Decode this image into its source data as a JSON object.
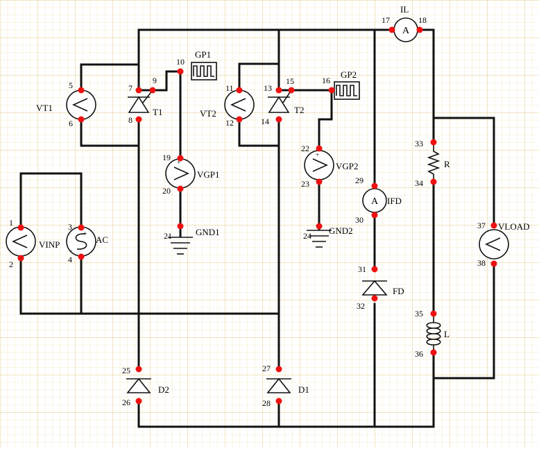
{
  "colors": {
    "grid": "#ead79b",
    "wire": "#111111",
    "node": "#ee1111",
    "background": "#ffffff"
  },
  "components": {
    "VT1": "VT1",
    "T1": "T1",
    "GP1": "GP1",
    "VGP1": "VGP1",
    "GND1": "GND1",
    "VT2": "VT2",
    "T2": "T2",
    "GP2": "GP2",
    "VGP2": "VGP2",
    "GND2": "GND2",
    "VINP": "VINP",
    "AC": "AC",
    "IL": "IL",
    "IFD": "IFD",
    "FD": "FD",
    "R": "R",
    "L": "L",
    "VLOAD": "VLOAD",
    "D1": "D1",
    "D2": "D2"
  },
  "nodes": [
    "1",
    "2",
    "3",
    "4",
    "5",
    "6",
    "7",
    "8",
    "9",
    "10",
    "11",
    "12",
    "13",
    "14",
    "15",
    "16",
    "17",
    "18",
    "19",
    "20",
    "21",
    "22",
    "23",
    "24",
    "25",
    "26",
    "27",
    "28",
    "29",
    "30",
    "31",
    "32",
    "33",
    "34",
    "35",
    "36",
    "37",
    "38"
  ],
  "icons": {
    "voltmeter": "voltmeter-icon",
    "ammeter": "ammeter-icon",
    "thyristor": "thyristor-icon",
    "diode": "diode-icon",
    "pulse": "pulse-generator-icon",
    "ground": "ground-icon",
    "ac_source": "ac-source-icon",
    "resistor": "resistor-icon",
    "inductor": "inductor-icon"
  }
}
